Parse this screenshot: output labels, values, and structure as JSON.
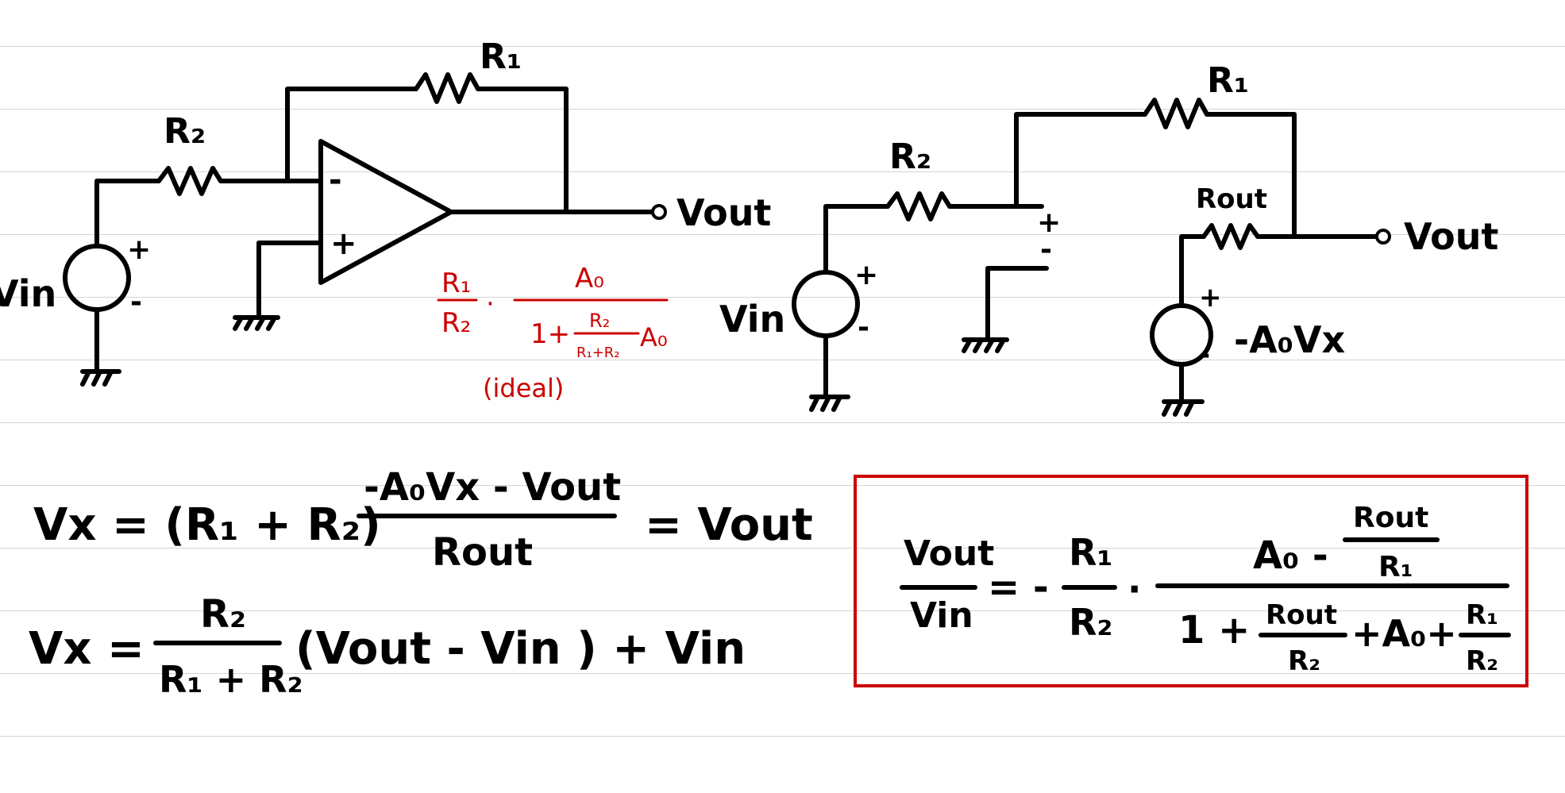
{
  "colors": {
    "ink": "#000000",
    "annotation": "#cc0000",
    "ruled_line": "#d4d4d4",
    "background": "#ffffff"
  },
  "labels": {
    "R1": "R₁",
    "R2": "R₂",
    "Rout": "Rout",
    "Vin": "Vin",
    "Vout": "Vout",
    "plus": "+",
    "minus": "-",
    "dependent_source": "-A₀Vx"
  },
  "annotation": {
    "num_R1": "R₁",
    "den_R2": "R₂",
    "dot": "·",
    "num_A0": "A₀",
    "den_prefix": "1+",
    "inner_num": "R₂",
    "inner_den": "R₁+R₂",
    "den_suffix": "A₀",
    "note": "(ideal)"
  },
  "eq1": {
    "lhs": "Vx = (R₁ + R₂)",
    "num": "-A₀Vx - Vout",
    "den": "Rout",
    "rhs": "= Vout"
  },
  "eq2": {
    "lhs": "Vx =",
    "num": "R₂",
    "den": "R₁ + R₂",
    "rhs": "(Vout - Vin ) + Vin"
  },
  "result": {
    "lhs_num": "Vout",
    "lhs_den": "Vin",
    "eq_sign": "= -",
    "f1_num": "R₁",
    "f1_den": "R₂",
    "dot": "·",
    "num_text": "A₀ -",
    "num_frac_num": "Rout",
    "num_frac_den": "R₁",
    "den_prefix": "1 +",
    "den_frac_num": "Rout",
    "den_frac_den": "R₂",
    "den_mid": "+A₀+",
    "den_frac2_num": "R₁",
    "den_frac2_den": "R₂"
  }
}
